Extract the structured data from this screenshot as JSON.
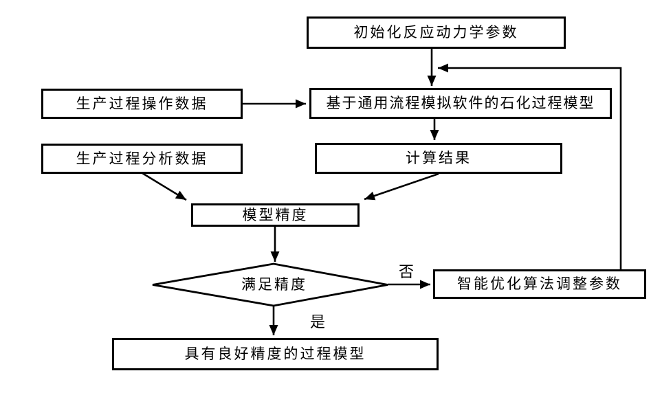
{
  "diagram": {
    "type": "flowchart",
    "colors": {
      "background": "#ffffff",
      "line": "#000000",
      "node_fill": "#ffffff",
      "text": "#000000"
    },
    "nodes": {
      "init": {
        "label": "初始化反应动力学参数",
        "shape": "rect"
      },
      "op_data": {
        "label": "生产过程操作数据",
        "shape": "rect"
      },
      "model": {
        "label": "基于通用流程模拟软件的石化过程模型",
        "shape": "rect"
      },
      "analysis_data": {
        "label": "生产过程分析数据",
        "shape": "rect"
      },
      "calc_result": {
        "label": "计算结果",
        "shape": "rect"
      },
      "model_accuracy": {
        "label": "模型精度",
        "shape": "rect"
      },
      "decision": {
        "label": "满足精度",
        "shape": "diamond"
      },
      "optimizer": {
        "label": "智能优化算法调整参数",
        "shape": "rect"
      },
      "final_model": {
        "label": "具有良好精度的过程模型",
        "shape": "rect"
      }
    },
    "edge_labels": {
      "no": "否",
      "yes": "是"
    },
    "edges": [
      {
        "from": "init",
        "to": "model",
        "label": ""
      },
      {
        "from": "op_data",
        "to": "model",
        "label": ""
      },
      {
        "from": "model",
        "to": "calc_result",
        "label": ""
      },
      {
        "from": "analysis_data",
        "to": "model_accuracy",
        "label": ""
      },
      {
        "from": "calc_result",
        "to": "model_accuracy",
        "label": ""
      },
      {
        "from": "model_accuracy",
        "to": "decision",
        "label": ""
      },
      {
        "from": "decision",
        "to": "optimizer",
        "label": "否"
      },
      {
        "from": "optimizer",
        "to": "model",
        "label": "",
        "note": "feedback loop into model input arrow"
      },
      {
        "from": "decision",
        "to": "final_model",
        "label": "是"
      }
    ]
  }
}
